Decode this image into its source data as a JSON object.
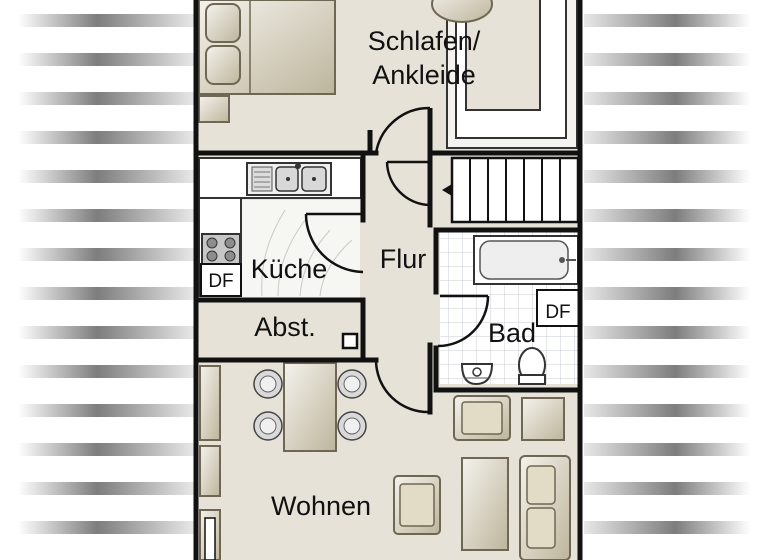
{
  "rooms": {
    "schlafen_line1": "Schlafen/",
    "schlafen_line2": "Ankleide",
    "kueche": "Küche",
    "flur": "Flur",
    "abst": "Abst.",
    "bad": "Bad",
    "wohnen": "Wohnen"
  },
  "markers": {
    "df_kueche": "DF",
    "df_bad": "DF"
  },
  "colors": {
    "floor": "#e6e2d8",
    "wall": "#111111",
    "furniture": "#d3cdb9",
    "roof_stripe": "#9b9b9b",
    "tile_line": "#c9ced4"
  }
}
